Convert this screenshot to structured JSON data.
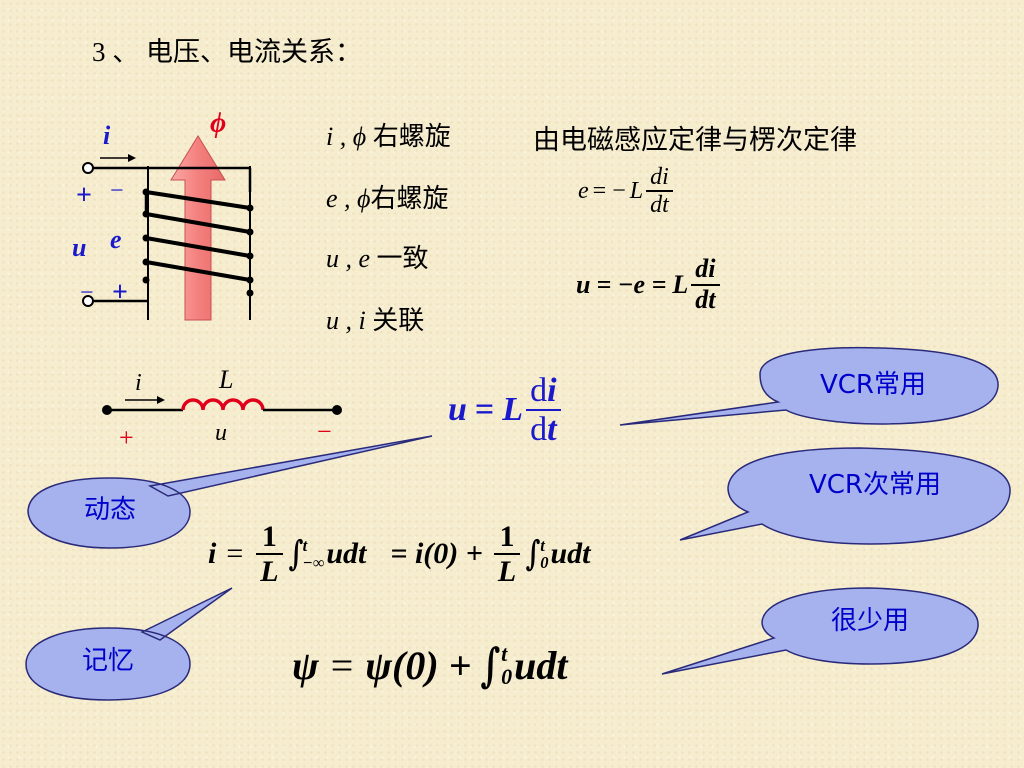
{
  "title": "3 、 电压、电流关系：",
  "coil": {
    "current": "i",
    "flux": "ϕ",
    "plus_top": "+",
    "minus_top": "−",
    "voltage": "u",
    "emf": "e",
    "minus_bottom": "−",
    "plus_bottom": "+"
  },
  "relations": [
    {
      "vars": "i , ϕ",
      "text": " 右螺旋"
    },
    {
      "vars": "e , ϕ",
      "text": "右螺旋"
    },
    {
      "vars": "u , e",
      "text": " 一致"
    },
    {
      "vars": "u , i",
      "text": " 关联"
    }
  ],
  "law": {
    "heading": "由电磁感应定律与楞次定律",
    "eq1": {
      "lhs": "e",
      "op": "= −",
      "coef": "L",
      "num": "di",
      "den": "dt"
    },
    "eq2": {
      "lhs": "u",
      "mid": "= −e =",
      "coef": "L",
      "num": "di",
      "den": "dt"
    }
  },
  "inductor": {
    "current": "i",
    "label": "L",
    "voltage": "u",
    "plus": "+",
    "minus": "−"
  },
  "vcr": {
    "lhs": "u",
    "eq": "=",
    "coef": "L",
    "num_d": "d",
    "num_v": "i",
    "den_d": "d",
    "den_v": "t"
  },
  "integral": {
    "lhs": "i",
    "eq": "=",
    "one": "1",
    "L": "L",
    "upper": "t",
    "lower": "−∞",
    "integrand": "u",
    "d": "dt",
    "eq2": "= i(0) +",
    "one2": "1",
    "L2": "L",
    "upper2": "t",
    "lower2": "0",
    "integrand2": "u",
    "d2": "dt"
  },
  "flux_eq": {
    "text1": "ψ",
    "eq": "=",
    "text2": "ψ(0) +",
    "upper": "t",
    "lower": "0",
    "integrand": "u",
    "d": "dt"
  },
  "bubbles": {
    "common": "VCR常用",
    "less_common": "VCR次常用",
    "rare": "很少用",
    "dynamic": "动态",
    "memory": "记忆"
  },
  "colors": {
    "bubble_fill": "#a6b2ee",
    "bubble_stroke": "#2a2a7a",
    "arrow_fill": "#f4807e",
    "blue": "#1a1acc",
    "red": "#e0001a"
  }
}
